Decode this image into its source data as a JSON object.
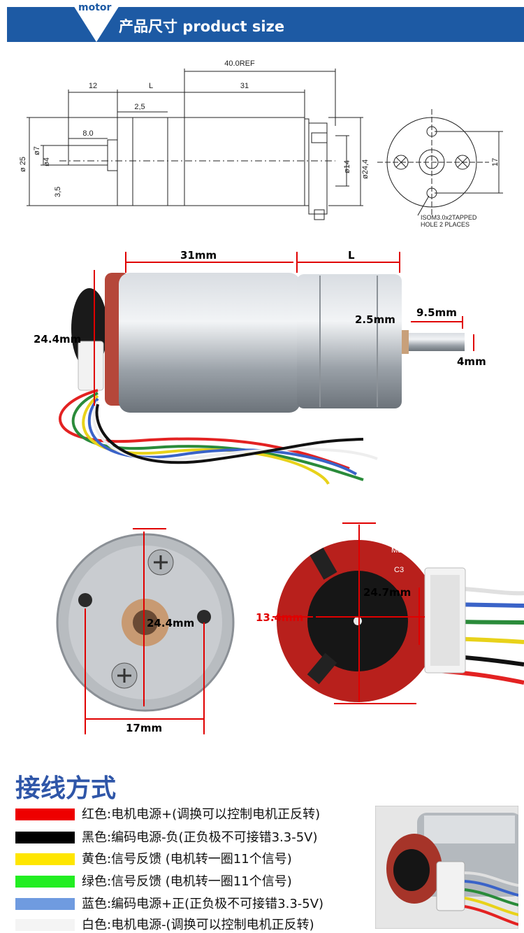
{
  "header": {
    "tag": "motor",
    "title": "产品尺寸 product size"
  },
  "drawing": {
    "d_40ref": "40.0REF",
    "d_12": "12",
    "d_L": "L",
    "d_31": "31",
    "d_2_5": "2,5",
    "d_8_0": "8.0",
    "d_phi25": "ø 25",
    "d_phi7": "ø7",
    "d_phi4": "ø4",
    "d_3_5": "3,5",
    "d_phi14": "ø14",
    "d_phi24_4": "ø24,4",
    "d_17": "17",
    "note_line1": "ISOM3.0x2TAPPED",
    "note_line2": "HOLE 2 PLACES"
  },
  "photo1": {
    "len_31": "31mm",
    "len_L": "L",
    "dia": "24.4mm",
    "flange": "2.5mm",
    "shaft_len": "9.5mm",
    "shaft_dia": "4mm"
  },
  "photo2": {
    "dia": "24.4mm",
    "holes": "17mm"
  },
  "photo3": {
    "dia": "24.7mm",
    "inner": "13.4mm",
    "pcb_m3": "M3",
    "pcb_c3": "C3"
  },
  "wiring": {
    "title": "接线方式",
    "rows": [
      {
        "color": "#ee0000",
        "text": "红色:电机电源+(调换可以控制电机正反转)"
      },
      {
        "color": "#000000",
        "text": "黑色:编码电源-负(正负极不可接错3.3-5V)"
      },
      {
        "color": "#ffe600",
        "text": "黄色:信号反馈 (电机转一圈11个信号)"
      },
      {
        "color": "#22ee22",
        "text": "绿色:信号反馈 (电机转一圈11个信号)"
      },
      {
        "color": "#6f9be0",
        "text": "蓝色:编码电源+正(正负极不可接错3.3-5V)"
      },
      {
        "color": "#f4f4f4",
        "text": "白色:电机电源-(调换可以控制电机正反转)"
      }
    ]
  }
}
